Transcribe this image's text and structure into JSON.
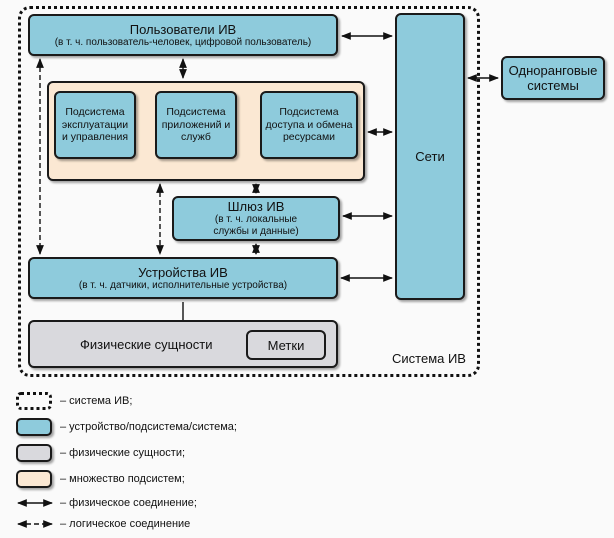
{
  "nodes": {
    "users": {
      "title": "Пользователи ИВ",
      "subtitle": "(в т. ч. пользователь-человек, цифровой пользователь)"
    },
    "ops": {
      "label": "Подсистема эксплуатации и управления"
    },
    "apps": {
      "label": "Подсистема приложений и служб"
    },
    "access": {
      "label": "Подсистема доступа и обмена ресурсами"
    },
    "gateway": {
      "title": "Шлюз ИВ",
      "subtitle": "(в т. ч. локальные службы и  данные)"
    },
    "devices": {
      "title": "Устройства ИВ",
      "subtitle": "(в т. ч. датчики, исполнительные устройства)"
    },
    "physical": {
      "title": "Физические сущности"
    },
    "tags": {
      "title": "Метки"
    },
    "networks": {
      "title": "Сети"
    },
    "peer": {
      "title": "Одноранговые системы"
    },
    "system_label": "Система ИВ"
  },
  "legend": [
    {
      "kind": "dotted-box",
      "text": "– система ИВ;"
    },
    {
      "kind": "blue-box",
      "text": "– устройство/подсистема/система;"
    },
    {
      "kind": "grey-box",
      "text": "– физические сущности;"
    },
    {
      "kind": "peach-box",
      "text": "– множество подсистем;"
    },
    {
      "kind": "solid-arrow",
      "text": "– физическое соединение;"
    },
    {
      "kind": "dashed-arrow",
      "text": "– логическое соединение"
    }
  ],
  "colors": {
    "device": "#8ecbdc",
    "subsystems": "#fbe8d3",
    "physical": "#d9d9dd",
    "line": "#111111"
  }
}
